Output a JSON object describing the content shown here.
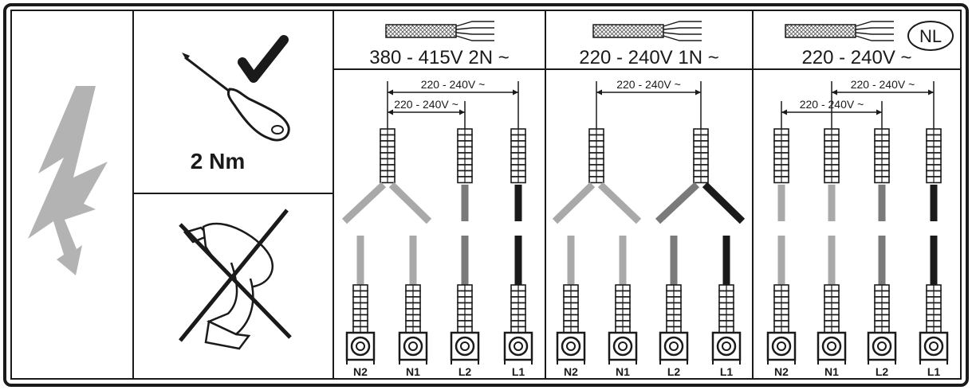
{
  "torque": {
    "value": "2 Nm"
  },
  "country_badge": "NL",
  "panels": [
    {
      "id": "p1",
      "supply_label": "380 - 415V 2N ~",
      "dim_labels": [
        "220 - 240V ~",
        "220 - 240V ~"
      ],
      "terminals": [
        "N2",
        "N1",
        "L2",
        "L1"
      ]
    },
    {
      "id": "p2",
      "supply_label": "220 - 240V 1N ~",
      "dim_labels": [
        "220 - 240V ~"
      ],
      "terminals": [
        "N2",
        "N1",
        "L2",
        "L1"
      ]
    },
    {
      "id": "p3",
      "supply_label": "220 - 240V ~",
      "dim_labels": [
        "220 - 240V ~",
        "220 - 240V ~"
      ],
      "terminals": [
        "N2",
        "N1",
        "L2",
        "L1"
      ]
    }
  ],
  "icons": {
    "warning": "lightning-bolt-icon",
    "tool_ok": "screwdriver-icon",
    "check": "checkmark-icon",
    "tool_forbidden": "power-drill-icon",
    "forbidden": "cross-out-icon",
    "cable": "cable-icon",
    "terminal": "terminal-screw-icon"
  },
  "colors": {
    "line": "#1a1a1a",
    "bolt": "#b3b3b3",
    "wire_light": "#a9a9a9",
    "wire_mid": "#7a7a7a",
    "wire_dark": "#1a1a1a"
  }
}
